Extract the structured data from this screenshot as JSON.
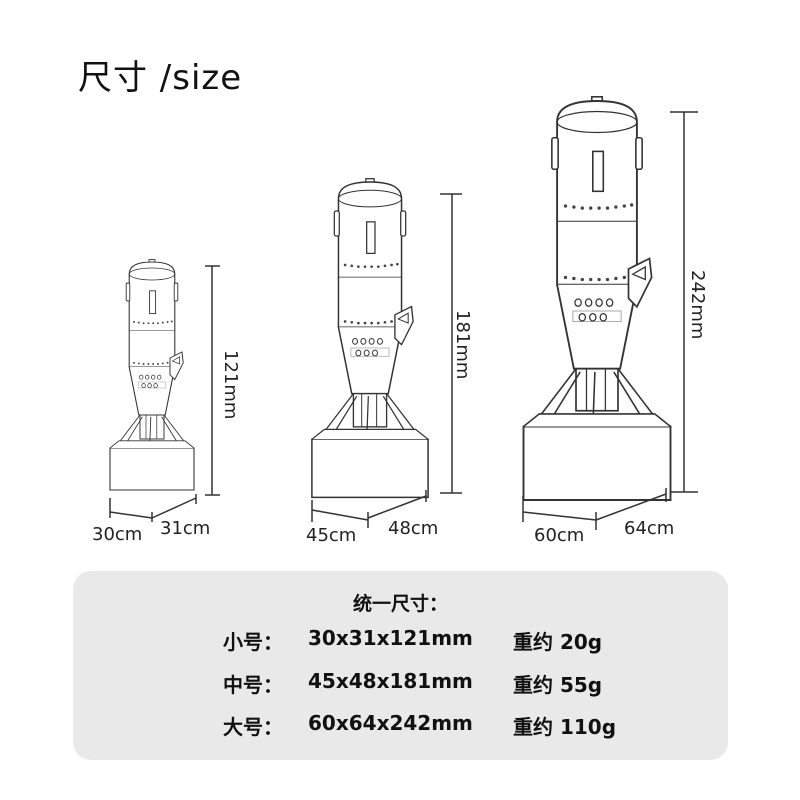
{
  "title": "尺寸 /size",
  "models": [
    {
      "height_label": "121mm",
      "depth_label": "30cm",
      "width_label": "31cm"
    },
    {
      "height_label": "181mm",
      "depth_label": "45cm",
      "width_label": "48cm"
    },
    {
      "height_label": "242mm",
      "depth_label": "60cm",
      "width_label": "64cm"
    }
  ],
  "spec_table": {
    "heading": "统一尺寸：",
    "rows": [
      {
        "name": "小号：",
        "dimensions": "30x31x121mm",
        "weight": "重约 20g"
      },
      {
        "name": "中号：",
        "dimensions": "45x48x181mm",
        "weight": "重约 55g"
      },
      {
        "name": "大号：",
        "dimensions": "60x64x242mm",
        "weight": "重约 110g"
      }
    ]
  }
}
